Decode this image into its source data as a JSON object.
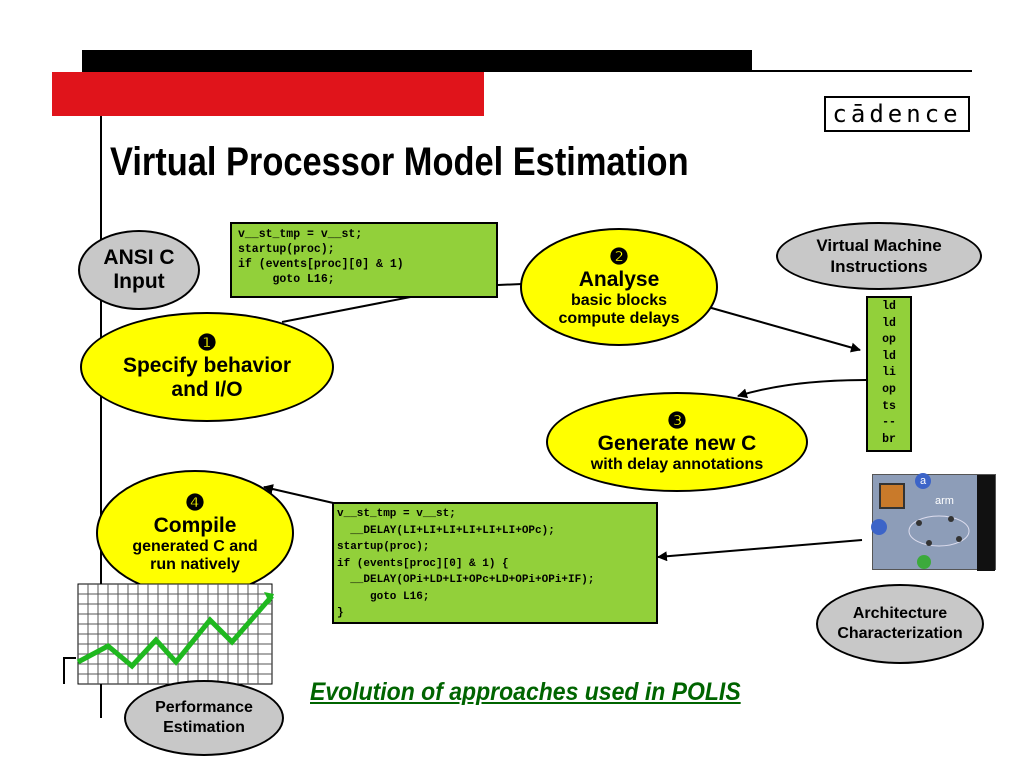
{
  "header": {
    "logo": "cādence",
    "title": "Virtual Processor Model Estimation"
  },
  "nodes": {
    "ansi_c": {
      "lines": [
        "ANSI C",
        "Input"
      ]
    },
    "step1": {
      "marker": "❶",
      "lines": [
        "Specify behavior",
        "and I/O"
      ]
    },
    "step2": {
      "marker": "❷",
      "title": "Analyse",
      "lines": [
        "basic blocks",
        "compute delays"
      ]
    },
    "step3": {
      "marker": "❸",
      "title": "Generate new C",
      "lines": [
        "with delay annotations"
      ]
    },
    "step4": {
      "marker": "❹",
      "title": "Compile",
      "lines": [
        "generated C and",
        "run natively"
      ]
    },
    "vm": {
      "lines": [
        "Virtual Machine",
        "Instructions"
      ]
    },
    "arch": {
      "lines": [
        "Architecture",
        "Characterization"
      ]
    },
    "perf": {
      "lines": [
        "Performance",
        "Estimation"
      ]
    }
  },
  "code_top": {
    "lines": [
      "v__st_tmp = v__st;",
      "startup(proc);",
      "if (events[proc][0] & 1)",
      "     goto L16;"
    ]
  },
  "code_bottom": {
    "lines": [
      "v__st_tmp = v__st;",
      "  __DELAY(LI+LI+LI+LI+LI+LI+OPc);",
      "startup(proc);",
      "if (events[proc][0] & 1) {",
      "  __DELAY(OPi+LD+LI+OPc+LD+OPi+OPi+IF);",
      "     goto L16;",
      "}"
    ]
  },
  "instructions": [
    "ld",
    "ld",
    "op",
    "ld",
    "li",
    "op",
    "ts",
    "--",
    "br"
  ],
  "arch_widget": {
    "label": "arm"
  },
  "footer": {
    "subtitle": "Evolution of approaches used in POLIS"
  },
  "colors": {
    "red": "#e0141b",
    "yellow": "#ffff00",
    "code_green": "#92d03a",
    "gray": "#c8c8c8",
    "subtitle_green": "#006400"
  }
}
